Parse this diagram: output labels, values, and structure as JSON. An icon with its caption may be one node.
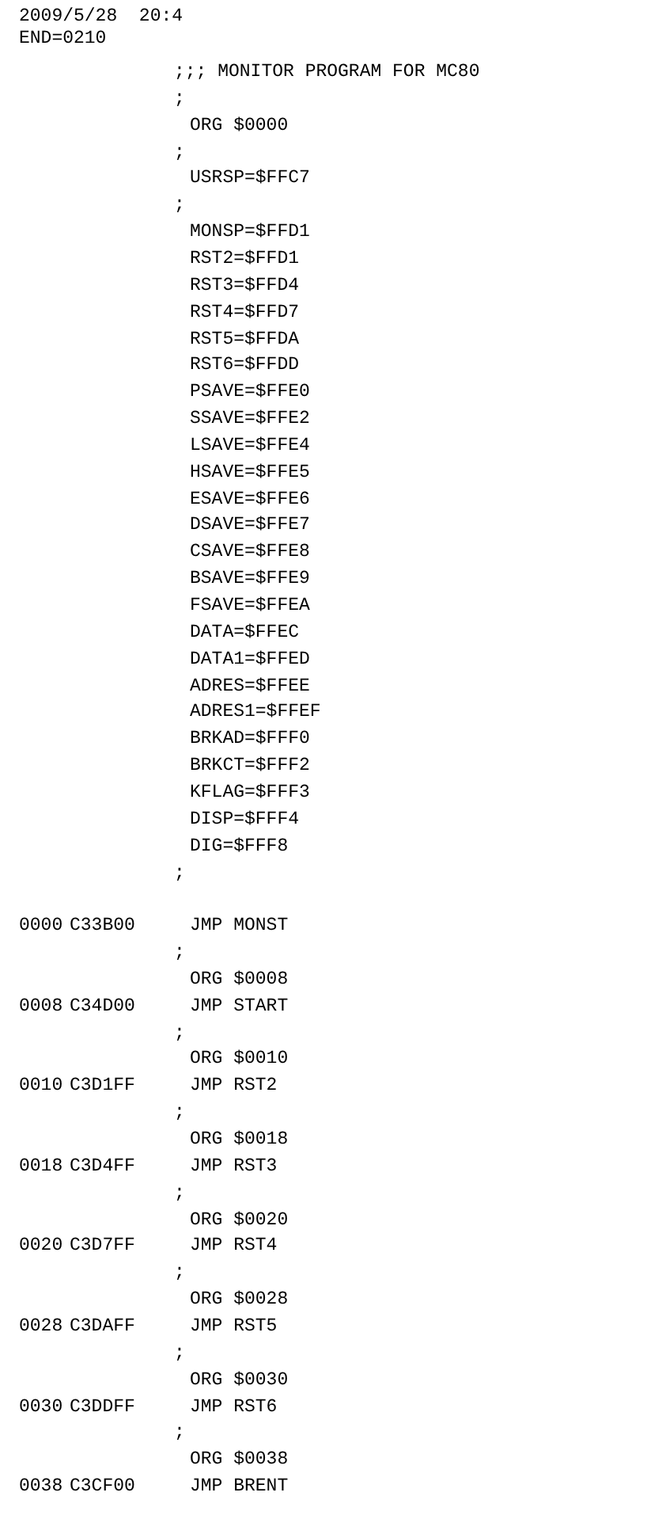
{
  "diagram": {
    "labels": [
      "2009/5/28  20:4",
      "END=0210",
      ";;; MONITOR PROGRAM FOR MC80",
      ";",
      "ORG $0000",
      ";",
      "USRSP=$FFC7",
      ";",
      "MONSP=$FFD1",
      "RST2=$FFD1",
      "RST3=$FFD4",
      "RST4=$FFD7",
      "RST5=$FFDA",
      "RST6=$FFDD",
      "PSAVE=$FFE0",
      "SSAVE=$FFE2",
      "LSAVE=$FFE4",
      "HSAVE=$FFE5",
      "ESAVE=$FFE6",
      "DSAVE=$FFE7",
      "CSAVE=$FFE8",
      "BSAVE=$FFE9",
      "FSAVE=$FFEA",
      "DATA=$FFEC",
      "DATA1=$FFED",
      "ADRES=$FFEE",
      "ADRES1=$FFEF",
      "BRKAD=$FFF0",
      "BRKCT=$FFF2",
      "KFLAG=$FFF3",
      "DISP=$FFF4",
      "DIG=$FFF8",
      ";",
      "0000",
      "C33B00",
      "JMP MONST",
      ";",
      "ORG $0008",
      "0008",
      "C34D00",
      "JMP START",
      ";",
      "ORG $0010",
      "0010",
      "C3D1FF",
      "JMP RST2",
      ";",
      "ORG $0018",
      "0018",
      "C3D4FF",
      "JMP RST3",
      ";",
      "ORG $0020",
      "0020",
      "C3D7FF",
      "JMP RST4",
      ";",
      "ORG $0028",
      "0028",
      "C3DAFF",
      "JMP RST5",
      ";",
      "ORG $0030",
      "0030",
      "C3DDFF",
      "JMP RST6",
      ";",
      "ORG $0038",
      "0038",
      "C3CF00",
      "JMP BRENT"
    ]
  }
}
